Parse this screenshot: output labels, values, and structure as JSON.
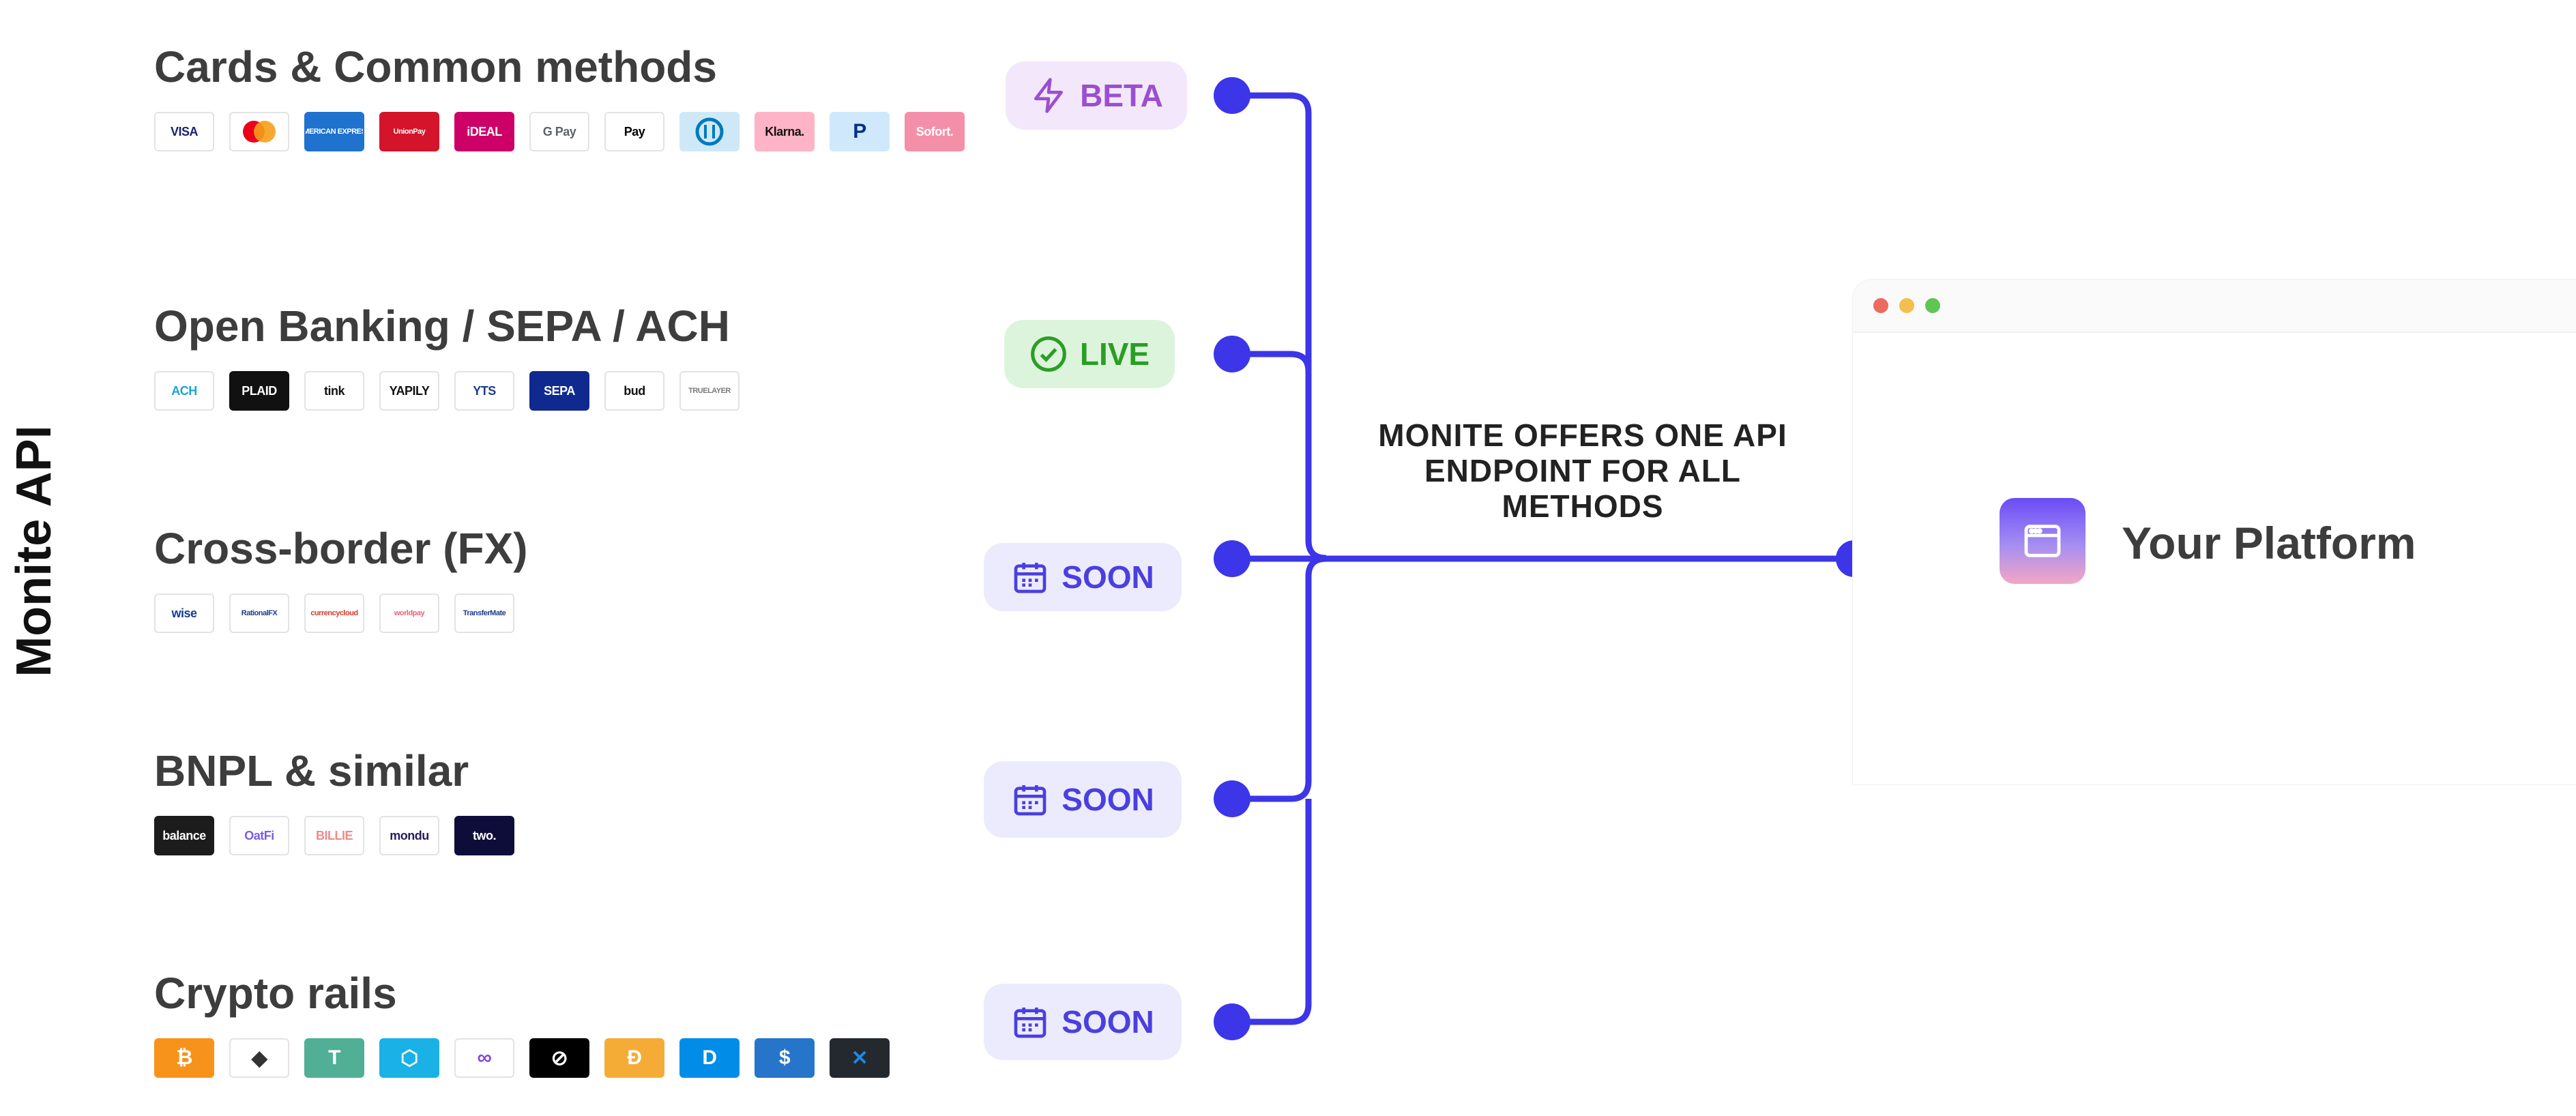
{
  "side_title": "Monite API",
  "sections": [
    {
      "title": "Cards & Common methods",
      "logos": [
        {
          "name": "visa-logo",
          "text": "VISA",
          "bg": "#ffffff",
          "fg": "#1a1f71"
        },
        {
          "name": "mastercard-logo",
          "text": "",
          "bg": "#ffffff",
          "fg": "#eb001b"
        },
        {
          "name": "amex-logo",
          "text": "AMERICAN EXPRESS",
          "bg": "#1f72cd",
          "fg": "#ffffff"
        },
        {
          "name": "unionpay-logo",
          "text": "UnionPay",
          "bg": "#d4142a",
          "fg": "#ffffff"
        },
        {
          "name": "ideal-logo",
          "text": "iDEAL",
          "bg": "#cc0066",
          "fg": "#ffffff"
        },
        {
          "name": "google-pay-logo",
          "text": "G Pay",
          "bg": "#ffffff",
          "fg": "#5f6368"
        },
        {
          "name": "apple-pay-logo",
          "text": "Pay",
          "bg": "#ffffff",
          "fg": "#000000"
        },
        {
          "name": "diners-logo",
          "text": "",
          "bg": "#cfe8f7",
          "fg": "#0079be"
        },
        {
          "name": "klarna-logo",
          "text": "Klarna.",
          "bg": "#ffb3c7",
          "fg": "#17120f"
        },
        {
          "name": "paypal-logo",
          "text": "P",
          "bg": "#cfe8fb",
          "fg": "#003087"
        },
        {
          "name": "sofort-logo",
          "text": "Sofort.",
          "bg": "#f48fa8",
          "fg": "#ffffff"
        }
      ]
    },
    {
      "title": "Open Banking / SEPA / ACH",
      "logos": [
        {
          "name": "ach-logo",
          "text": "ACH",
          "bg": "#ffffff",
          "fg": "#1ca3d9"
        },
        {
          "name": "plaid-logo",
          "text": "PLAID",
          "bg": "#111111",
          "fg": "#ffffff"
        },
        {
          "name": "tink-logo",
          "text": "tink",
          "bg": "#ffffff",
          "fg": "#111111"
        },
        {
          "name": "yapily-logo",
          "text": "YAPILY",
          "bg": "#ffffff",
          "fg": "#111111"
        },
        {
          "name": "yts-logo",
          "text": "YTS",
          "bg": "#ffffff",
          "fg": "#1d3c8f"
        },
        {
          "name": "sepa-logo",
          "text": "SEPA",
          "bg": "#10298e",
          "fg": "#ffffff"
        },
        {
          "name": "bud-logo",
          "text": "bud",
          "bg": "#ffffff",
          "fg": "#111111"
        },
        {
          "name": "truelayer-logo",
          "text": "TRUELAYER",
          "bg": "#ffffff",
          "fg": "#7a7a7a"
        }
      ]
    },
    {
      "title": "Cross-border (FX)",
      "logos": [
        {
          "name": "wise-logo",
          "text": "wise",
          "bg": "#ffffff",
          "fg": "#163d8f"
        },
        {
          "name": "rationalfx-logo",
          "text": "RationalFX",
          "bg": "#ffffff",
          "fg": "#1d3c8f"
        },
        {
          "name": "currencycloud-logo",
          "text": "currencycloud",
          "bg": "#ffffff",
          "fg": "#d43b2a"
        },
        {
          "name": "worldpay-logo",
          "text": "worldpay",
          "bg": "#ffffff",
          "fg": "#e8647b"
        },
        {
          "name": "transfermate-logo",
          "text": "TransferMate",
          "bg": "#ffffff",
          "fg": "#1d3c8f"
        }
      ]
    },
    {
      "title": "BNPL & similar",
      "logos": [
        {
          "name": "balance-logo",
          "text": "balance",
          "bg": "#1c1c1c",
          "fg": "#ffffff"
        },
        {
          "name": "oatfi-logo",
          "text": "OatFi",
          "bg": "#ffffff",
          "fg": "#7a5cf0"
        },
        {
          "name": "billie-logo",
          "text": "BILLIE",
          "bg": "#ffffff",
          "fg": "#f08a8a"
        },
        {
          "name": "mondu-logo",
          "text": "mondu",
          "bg": "#ffffff",
          "fg": "#2a1b5e"
        },
        {
          "name": "two-logo",
          "text": "two.",
          "bg": "#0e0d3a",
          "fg": "#ffffff"
        }
      ]
    },
    {
      "title": "Crypto rails",
      "logos": [
        {
          "name": "bitcoin-logo",
          "text": "₿",
          "bg": "#f7931a",
          "fg": "#ffffff"
        },
        {
          "name": "ethereum-logo",
          "text": "◆",
          "bg": "#ffffff",
          "fg": "#333333"
        },
        {
          "name": "tether-logo",
          "text": "T",
          "bg": "#50af95",
          "fg": "#ffffff"
        },
        {
          "name": "binance-logo",
          "text": "⬡",
          "bg": "#1ab2e6",
          "fg": "#ffffff"
        },
        {
          "name": "polygon-logo",
          "text": "∞",
          "bg": "#ffffff",
          "fg": "#8247e5"
        },
        {
          "name": "stellar-logo",
          "text": "⊘",
          "bg": "#000000",
          "fg": "#ffffff"
        },
        {
          "name": "dai-logo",
          "text": "Đ",
          "bg": "#f5ac37",
          "fg": "#ffffff"
        },
        {
          "name": "dash-logo",
          "text": "D",
          "bg": "#008ce7",
          "fg": "#ffffff"
        },
        {
          "name": "usdc-logo",
          "text": "$",
          "bg": "#2775ca",
          "fg": "#ffffff"
        },
        {
          "name": "ripple-logo",
          "text": "✕",
          "bg": "#23292f",
          "fg": "#1e88e5"
        }
      ]
    }
  ],
  "badges": [
    {
      "label": "BETA",
      "status": "beta",
      "icon": "lightning-icon",
      "color": "#9b4fd0"
    },
    {
      "label": "LIVE",
      "status": "live",
      "icon": "check-circle-icon",
      "color": "#2a9e24"
    },
    {
      "label": "SOON",
      "status": "soon",
      "icon": "calendar-icon",
      "color": "#4b3fe0"
    },
    {
      "label": "SOON",
      "status": "soon",
      "icon": "calendar-icon",
      "color": "#4b3fe0"
    },
    {
      "label": "SOON",
      "status": "soon",
      "icon": "calendar-icon",
      "color": "#4b3fe0"
    }
  ],
  "center_caption": "MONITE OFFERS ONE API ENDPOINT FOR ALL METHODS",
  "platform": {
    "label": "Your Platform",
    "icon": "browser-window-icon"
  },
  "colors": {
    "connector": "#3d35e8",
    "window_red": "#ec6a5e",
    "window_yellow": "#f4bf4f",
    "window_green": "#61c554"
  }
}
